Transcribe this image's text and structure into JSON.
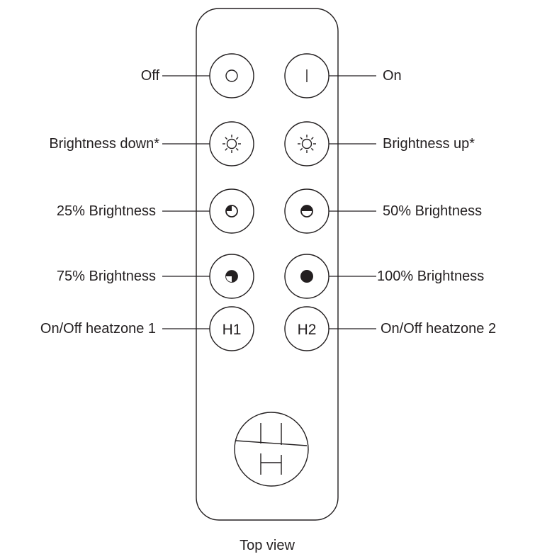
{
  "caption": "Top view",
  "buttons": {
    "off": {
      "label": "Off",
      "text": ""
    },
    "on": {
      "label": "On",
      "text": ""
    },
    "bright_down": {
      "label": "Brightness down*",
      "text": ""
    },
    "bright_up": {
      "label": "Brightness up*",
      "text": ""
    },
    "b25": {
      "label": "25% Brightness",
      "text": ""
    },
    "b50": {
      "label": "50% Brightness",
      "text": ""
    },
    "b75": {
      "label": "75% Brightness",
      "text": ""
    },
    "b100": {
      "label": "100% Brightness",
      "text": ""
    },
    "h1": {
      "label": "On/Off heatzone 1",
      "text": "H1"
    },
    "h2": {
      "label": "On/Off heatzone 2",
      "text": "H2"
    }
  },
  "icons": {
    "off": "circle-outline-icon",
    "on": "vertical-bar-icon",
    "bright_down": "sun-outline-icon",
    "bright_up": "sun-outline-icon",
    "b25": "quarter-filled-circle-icon",
    "b50": "half-filled-circle-icon",
    "b75": "three-quarter-filled-circle-icon",
    "b100": "filled-circle-icon",
    "logo": "h-logo-icon"
  },
  "colors": {
    "ink": "#231f20",
    "background": "#ffffff"
  }
}
